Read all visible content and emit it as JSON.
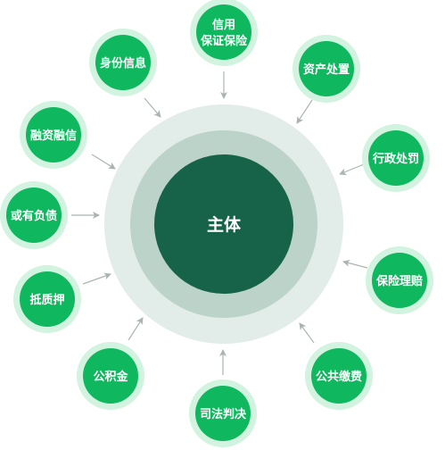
{
  "center": {
    "label": "主体"
  },
  "nodes": [
    {
      "id": "credit-guarantee",
      "lines": [
        "信用",
        "保证保险"
      ]
    },
    {
      "id": "asset-disposal",
      "lines": [
        "资产处置"
      ]
    },
    {
      "id": "admin-penalty",
      "lines": [
        "行政处罚"
      ]
    },
    {
      "id": "insurance-claim",
      "lines": [
        "保险理赔"
      ]
    },
    {
      "id": "public-payment",
      "lines": [
        "公共缴费"
      ]
    },
    {
      "id": "judicial-ruling",
      "lines": [
        "司法判决"
      ]
    },
    {
      "id": "provident-fund",
      "lines": [
        "公积金"
      ]
    },
    {
      "id": "pledge",
      "lines": [
        "抵质押"
      ]
    },
    {
      "id": "contingent-liability",
      "lines": [
        "或有负债"
      ]
    },
    {
      "id": "financing-credit",
      "lines": [
        "融资融信"
      ]
    },
    {
      "id": "identity-info",
      "lines": [
        "身份信息"
      ]
    }
  ],
  "colors": {
    "outer_ring": "#e2ece8",
    "middle_ring": "#bcd3c9",
    "core": "#176349",
    "node_fill": "#0fb85e",
    "node_halo": "#d2f3df",
    "arrow": "#aab5b0",
    "text": "#ffffff"
  }
}
